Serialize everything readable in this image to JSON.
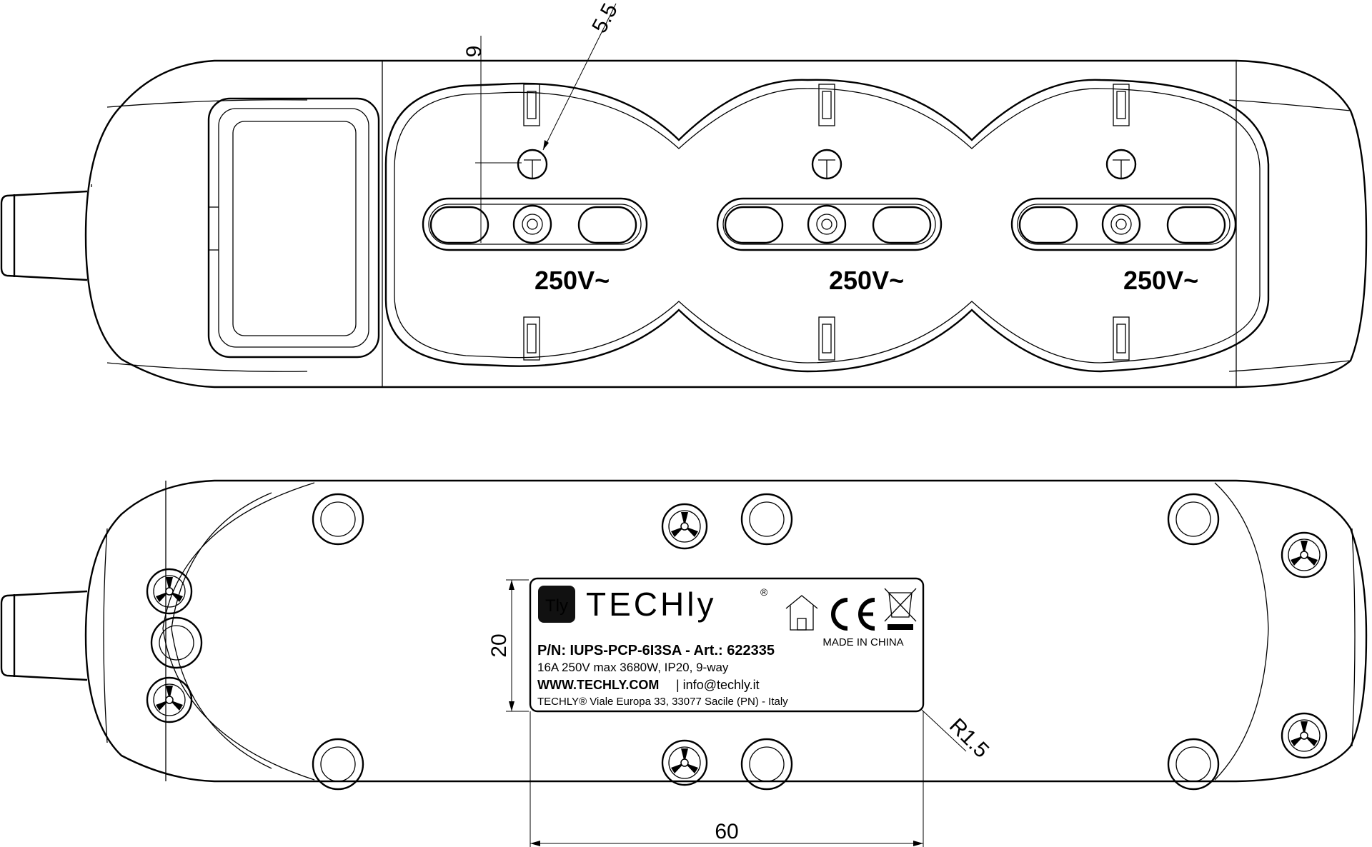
{
  "dimensions": {
    "top_angle": "5.5",
    "top_depth": "9",
    "label_height": "20",
    "label_radius": "R1.5",
    "label_width": "60"
  },
  "sockets": [
    {
      "voltage": "250V~"
    },
    {
      "voltage": "250V~"
    },
    {
      "voltage": "250V~"
    }
  ],
  "label": {
    "logo_mark": "Tly",
    "brand": "TECHly",
    "registered": "®",
    "made_in": "MADE IN CHINA",
    "part_number": "P/N: IUPS-PCP-6I3SA - Art.: 622335",
    "specs": "16A 250V max 3680W, IP20, 9-way",
    "website": "WWW.TECHLY.COM",
    "email": "| info@techly.it",
    "address": "TECHLY® Viale Europa 33, 33077 Sacile (PN) - Italy"
  },
  "icons": [
    "house-icon",
    "ce-mark-icon",
    "weee-bin-icon",
    "screw-icon",
    "hole-icon"
  ]
}
